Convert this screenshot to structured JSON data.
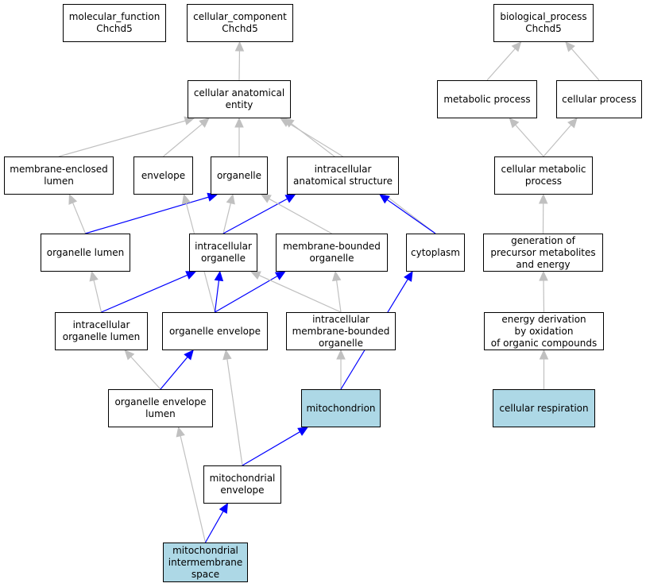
{
  "colors": {
    "edge_gray": "#c0c0c0",
    "edge_blue": "#0000ff",
    "highlight_fill": "#add8e6",
    "node_fill": "#ffffff",
    "node_border": "#000000"
  },
  "nodes": {
    "molecular_function": {
      "label": "molecular_function\nChchd5",
      "highlight": false
    },
    "cellular_component": {
      "label": "cellular_component\nChchd5",
      "highlight": false
    },
    "biological_process": {
      "label": "biological_process\nChchd5",
      "highlight": false
    },
    "cellular_anatomical_entity": {
      "label": "cellular anatomical\nentity",
      "highlight": false
    },
    "metabolic_process": {
      "label": "metabolic process",
      "highlight": false
    },
    "cellular_process": {
      "label": "cellular process",
      "highlight": false
    },
    "membrane_enclosed_lumen": {
      "label": "membrane-enclosed\nlumen",
      "highlight": false
    },
    "envelope": {
      "label": "envelope",
      "highlight": false
    },
    "organelle": {
      "label": "organelle",
      "highlight": false
    },
    "intracellular_anatomical_structure": {
      "label": "intracellular\nanatomical structure",
      "highlight": false
    },
    "cellular_metabolic_process": {
      "label": "cellular metabolic\nprocess",
      "highlight": false
    },
    "organelle_lumen": {
      "label": "organelle lumen",
      "highlight": false
    },
    "intracellular_organelle": {
      "label": "intracellular\norganelle",
      "highlight": false
    },
    "membrane_bounded_organelle": {
      "label": "membrane-bounded\norganelle",
      "highlight": false
    },
    "cytoplasm": {
      "label": "cytoplasm",
      "highlight": false
    },
    "generation_of_precursor_metabolites": {
      "label": "generation of\nprecursor metabolites\nand energy",
      "highlight": false
    },
    "intracellular_organelle_lumen": {
      "label": "intracellular\norganelle lumen",
      "highlight": false
    },
    "organelle_envelope": {
      "label": "organelle envelope",
      "highlight": false
    },
    "intracellular_membrane_bounded_organelle": {
      "label": "intracellular\nmembrane-bounded\norganelle",
      "highlight": false
    },
    "energy_derivation": {
      "label": "energy derivation\nby oxidation\nof organic compounds",
      "highlight": false
    },
    "organelle_envelope_lumen": {
      "label": "organelle envelope\nlumen",
      "highlight": false
    },
    "mitochondrion": {
      "label": "mitochondrion",
      "highlight": true
    },
    "cellular_respiration": {
      "label": "cellular respiration",
      "highlight": true
    },
    "mitochondrial_envelope": {
      "label": "mitochondrial\nenvelope",
      "highlight": false
    },
    "mitochondrial_intermembrane_space": {
      "label": "mitochondrial\nintermembrane\nspace",
      "highlight": true
    }
  },
  "edges": [
    {
      "from": "cellular_anatomical_entity",
      "to": "cellular_component",
      "color": "gray"
    },
    {
      "from": "metabolic_process",
      "to": "biological_process",
      "color": "gray"
    },
    {
      "from": "cellular_process",
      "to": "biological_process",
      "color": "gray"
    },
    {
      "from": "membrane_enclosed_lumen",
      "to": "cellular_anatomical_entity",
      "color": "gray"
    },
    {
      "from": "envelope",
      "to": "cellular_anatomical_entity",
      "color": "gray"
    },
    {
      "from": "organelle",
      "to": "cellular_anatomical_entity",
      "color": "gray"
    },
    {
      "from": "intracellular_anatomical_structure",
      "to": "cellular_anatomical_entity",
      "color": "gray"
    },
    {
      "from": "cytoplasm",
      "to": "cellular_anatomical_entity",
      "color": "gray"
    },
    {
      "from": "cellular_metabolic_process",
      "to": "metabolic_process",
      "color": "gray"
    },
    {
      "from": "cellular_metabolic_process",
      "to": "cellular_process",
      "color": "gray"
    },
    {
      "from": "organelle_lumen",
      "to": "membrane_enclosed_lumen",
      "color": "gray"
    },
    {
      "from": "organelle_lumen",
      "to": "organelle",
      "color": "blue"
    },
    {
      "from": "intracellular_organelle",
      "to": "organelle",
      "color": "gray"
    },
    {
      "from": "intracellular_organelle",
      "to": "intracellular_anatomical_structure",
      "color": "blue"
    },
    {
      "from": "membrane_bounded_organelle",
      "to": "organelle",
      "color": "gray"
    },
    {
      "from": "cytoplasm",
      "to": "intracellular_anatomical_structure",
      "color": "blue"
    },
    {
      "from": "generation_of_precursor_metabolites",
      "to": "cellular_metabolic_process",
      "color": "gray"
    },
    {
      "from": "intracellular_organelle_lumen",
      "to": "organelle_lumen",
      "color": "gray"
    },
    {
      "from": "intracellular_organelle_lumen",
      "to": "intracellular_organelle",
      "color": "blue"
    },
    {
      "from": "organelle_envelope",
      "to": "envelope",
      "color": "gray"
    },
    {
      "from": "organelle_envelope",
      "to": "intracellular_organelle",
      "color": "blue"
    },
    {
      "from": "organelle_envelope",
      "to": "membrane_bounded_organelle",
      "color": "blue"
    },
    {
      "from": "intracellular_membrane_bounded_organelle",
      "to": "intracellular_organelle",
      "color": "gray"
    },
    {
      "from": "intracellular_membrane_bounded_organelle",
      "to": "membrane_bounded_organelle",
      "color": "gray"
    },
    {
      "from": "energy_derivation",
      "to": "generation_of_precursor_metabolites",
      "color": "gray"
    },
    {
      "from": "organelle_envelope_lumen",
      "to": "intracellular_organelle_lumen",
      "color": "gray"
    },
    {
      "from": "organelle_envelope_lumen",
      "to": "organelle_envelope",
      "color": "blue"
    },
    {
      "from": "mitochondrion",
      "to": "intracellular_membrane_bounded_organelle",
      "color": "gray"
    },
    {
      "from": "mitochondrion",
      "to": "cytoplasm",
      "color": "blue"
    },
    {
      "from": "cellular_respiration",
      "to": "energy_derivation",
      "color": "gray"
    },
    {
      "from": "mitochondrial_envelope",
      "to": "organelle_envelope",
      "color": "gray"
    },
    {
      "from": "mitochondrial_envelope",
      "to": "mitochondrion",
      "color": "blue"
    },
    {
      "from": "mitochondrial_intermembrane_space",
      "to": "organelle_envelope_lumen",
      "color": "gray"
    },
    {
      "from": "mitochondrial_intermembrane_space",
      "to": "mitochondrial_envelope",
      "color": "blue"
    }
  ]
}
